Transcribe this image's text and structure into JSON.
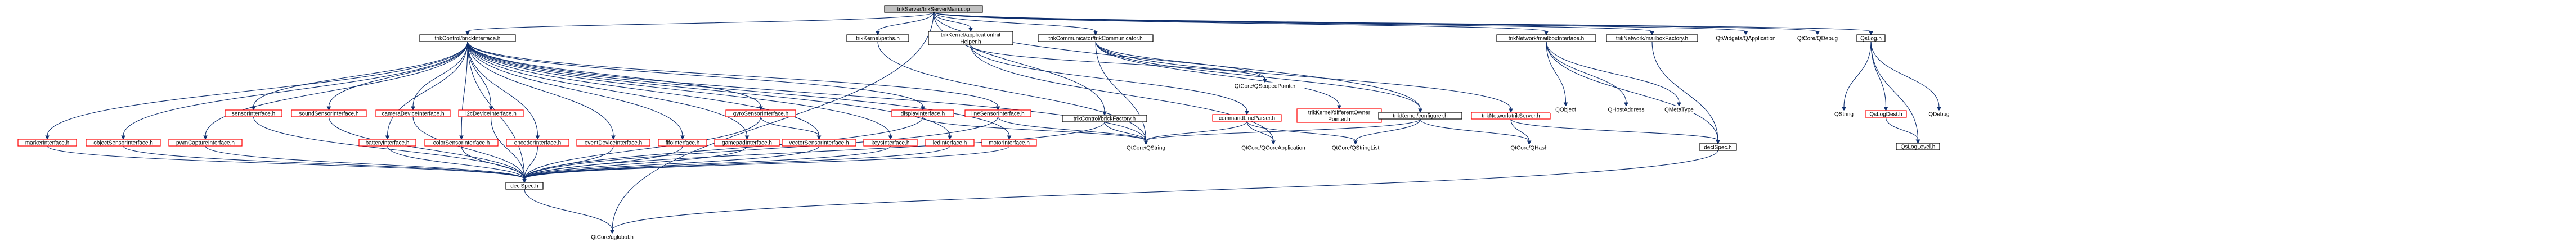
{
  "diagram": {
    "colors": {
      "edge": "#0f2f6e",
      "normal_border": "#000000",
      "missing_border": "#ff0000",
      "root_fill": "#c0c0c0",
      "text": "#000000"
    },
    "nodes": [
      {
        "id": "root",
        "label": "trikServer/trikServerMain.cpp",
        "kind": "root"
      },
      {
        "id": "brick",
        "label": "trikControl/brickInterface.h",
        "kind": "normal"
      },
      {
        "id": "kpaths",
        "label": "trikKernel/paths.h",
        "kind": "normal"
      },
      {
        "id": "kappinit",
        "label": [
          "trikKernel/applicationInit",
          "Helper.h"
        ],
        "kind": "normal"
      },
      {
        "id": "comm",
        "label": "trikCommunicator/trikCommunicator.h",
        "kind": "normal"
      },
      {
        "id": "mailbox",
        "label": "trikNetwork/mailboxInterface.h",
        "kind": "normal"
      },
      {
        "id": "mailboxfac",
        "label": "trikNetwork/mailboxFactory.h",
        "kind": "normal"
      },
      {
        "id": "qwidgets",
        "label": "QtWidgets/QApplication",
        "kind": "plain"
      },
      {
        "id": "qdebug1",
        "label": "QtCore/QDebug",
        "kind": "plain"
      },
      {
        "id": "qslog",
        "label": "QsLog.h",
        "kind": "normal"
      },
      {
        "id": "marker",
        "label": "markerInterface.h",
        "kind": "missing"
      },
      {
        "id": "objsensor",
        "label": "objectSensorInterface.h",
        "kind": "missing"
      },
      {
        "id": "pwm",
        "label": "pwmCaptureInterface.h",
        "kind": "missing"
      },
      {
        "id": "sensor",
        "label": "sensorInterface.h",
        "kind": "missing"
      },
      {
        "id": "soundsensor",
        "label": "soundSensorInterface.h",
        "kind": "missing"
      },
      {
        "id": "camera",
        "label": "cameraDeviceInterface.h",
        "kind": "missing"
      },
      {
        "id": "i2c",
        "label": "i2cDeviceInterface.h",
        "kind": "missing"
      },
      {
        "id": "battery",
        "label": "batteryInterface.h",
        "kind": "missing"
      },
      {
        "id": "color",
        "label": "colorSensorInterface.h",
        "kind": "missing"
      },
      {
        "id": "encoder",
        "label": "encoderInterface.h",
        "kind": "missing"
      },
      {
        "id": "event",
        "label": "eventDeviceInterface.h",
        "kind": "missing"
      },
      {
        "id": "fifo",
        "label": "fifoInterface.h",
        "kind": "missing"
      },
      {
        "id": "gamepad",
        "label": "gamepadInterface.h",
        "kind": "missing"
      },
      {
        "id": "gyro",
        "label": "gyroSensorInterface.h",
        "kind": "missing"
      },
      {
        "id": "vector",
        "label": "vectorSensorInterface.h",
        "kind": "missing"
      },
      {
        "id": "keys",
        "label": "keysInterface.h",
        "kind": "missing"
      },
      {
        "id": "display",
        "label": "displayInterface.h",
        "kind": "missing"
      },
      {
        "id": "led",
        "label": "ledInterface.h",
        "kind": "missing"
      },
      {
        "id": "lineSensor",
        "label": "lineSensorInterface.h",
        "kind": "missing"
      },
      {
        "id": "motor",
        "label": "motorInterface.h",
        "kind": "missing"
      },
      {
        "id": "brickfac",
        "label": "trikControl/brickFactory.h",
        "kind": "normal"
      },
      {
        "id": "cmdline",
        "label": "commandLineParser.h",
        "kind": "missing"
      },
      {
        "id": "parentowner",
        "label": [
          "trikKernel/differentOwner",
          "Pointer.h"
        ],
        "kind": "missing"
      },
      {
        "id": "configurer",
        "label": "trikKernel/configurer.h",
        "kind": "normal"
      },
      {
        "id": "trikserver",
        "label": "trikNetwork/trikServer.h",
        "kind": "missing"
      },
      {
        "id": "qobject",
        "label": "QObject",
        "kind": "plain"
      },
      {
        "id": "qhostaddr",
        "label": "QHostAddress",
        "kind": "plain"
      },
      {
        "id": "qmetatype",
        "label": "QMetaType",
        "kind": "plain"
      },
      {
        "id": "qstring1",
        "label": "QString",
        "kind": "plain"
      },
      {
        "id": "qslogdest",
        "label": "QsLogDest.h",
        "kind": "missing"
      },
      {
        "id": "qdebug2",
        "label": "QDebug",
        "kind": "plain"
      },
      {
        "id": "qscoped",
        "label": "QtCore/QScopedPointer",
        "kind": "plain"
      },
      {
        "id": "qcoreapp",
        "label": "QtCore/QCoreApplication",
        "kind": "plain"
      },
      {
        "id": "qstringlist",
        "label": "QtCore/QStringList",
        "kind": "plain"
      },
      {
        "id": "qstring2",
        "label": "QtCore/QString",
        "kind": "plain"
      },
      {
        "id": "qhash",
        "label": "QtCore/QHash",
        "kind": "plain"
      },
      {
        "id": "declspec1",
        "label": "declSpec.h",
        "kind": "normal"
      },
      {
        "id": "declspec2",
        "label": "declSpec.h",
        "kind": "normal"
      },
      {
        "id": "qsloglevel",
        "label": "QsLogLevel.h",
        "kind": "normal"
      },
      {
        "id": "qtglobal",
        "label": "QtCore/qglobal.h",
        "kind": "plain"
      }
    ],
    "edges": [
      [
        "root",
        "brick"
      ],
      [
        "root",
        "kpaths"
      ],
      [
        "root",
        "kappinit"
      ],
      [
        "root",
        "comm"
      ],
      [
        "root",
        "mailbox"
      ],
      [
        "root",
        "mailboxfac"
      ],
      [
        "root",
        "qwidgets"
      ],
      [
        "root",
        "qdebug1"
      ],
      [
        "root",
        "qslog"
      ],
      [
        "root",
        "brickfac"
      ],
      [
        "root",
        "configurer"
      ],
      [
        "root",
        "qtglobal"
      ],
      [
        "brick",
        "marker"
      ],
      [
        "brick",
        "objsensor"
      ],
      [
        "brick",
        "pwm"
      ],
      [
        "brick",
        "sensor"
      ],
      [
        "brick",
        "soundsensor"
      ],
      [
        "brick",
        "camera"
      ],
      [
        "brick",
        "i2c"
      ],
      [
        "brick",
        "battery"
      ],
      [
        "brick",
        "color"
      ],
      [
        "brick",
        "encoder"
      ],
      [
        "brick",
        "event"
      ],
      [
        "brick",
        "fifo"
      ],
      [
        "brick",
        "gamepad"
      ],
      [
        "brick",
        "gyro"
      ],
      [
        "brick",
        "vector"
      ],
      [
        "brick",
        "keys"
      ],
      [
        "brick",
        "display"
      ],
      [
        "brick",
        "led"
      ],
      [
        "brick",
        "lineSensor"
      ],
      [
        "brick",
        "motor"
      ],
      [
        "brick",
        "declspec1"
      ],
      [
        "brick",
        "qstring2"
      ],
      [
        "marker",
        "declspec1"
      ],
      [
        "objsensor",
        "declspec1"
      ],
      [
        "pwm",
        "declspec1"
      ],
      [
        "sensor",
        "declspec1"
      ],
      [
        "soundsensor",
        "declspec1"
      ],
      [
        "camera",
        "declspec1"
      ],
      [
        "i2c",
        "declspec1"
      ],
      [
        "battery",
        "declspec1"
      ],
      [
        "color",
        "declspec1"
      ],
      [
        "encoder",
        "declspec1"
      ],
      [
        "event",
        "declspec1"
      ],
      [
        "fifo",
        "declspec1"
      ],
      [
        "gamepad",
        "declspec1"
      ],
      [
        "gyro",
        "declspec1"
      ],
      [
        "gyro",
        "vector"
      ],
      [
        "vector",
        "declspec1"
      ],
      [
        "keys",
        "declspec1"
      ],
      [
        "display",
        "declspec1"
      ],
      [
        "display",
        "qstring2"
      ],
      [
        "led",
        "declspec1"
      ],
      [
        "lineSensor",
        "declspec1"
      ],
      [
        "lineSensor",
        "qstring2"
      ],
      [
        "motor",
        "declspec1"
      ],
      [
        "declspec1",
        "qtglobal"
      ],
      [
        "brickfac",
        "declspec1"
      ],
      [
        "brickfac",
        "qstring2"
      ],
      [
        "kpaths",
        "qstring2"
      ],
      [
        "kappinit",
        "qscoped"
      ],
      [
        "kappinit",
        "cmdline"
      ],
      [
        "kappinit",
        "qcoreapp"
      ],
      [
        "cmdline",
        "qstringlist"
      ],
      [
        "cmdline",
        "qcoreapp"
      ],
      [
        "cmdline",
        "qstring2"
      ],
      [
        "comm",
        "qscoped"
      ],
      [
        "comm",
        "parentowner"
      ],
      [
        "comm",
        "configurer"
      ],
      [
        "comm",
        "trikserver"
      ],
      [
        "comm",
        "qstring2"
      ],
      [
        "configurer",
        "qstring2"
      ],
      [
        "configurer",
        "qhash"
      ],
      [
        "configurer",
        "qstringlist"
      ],
      [
        "trikserver",
        "qhash"
      ],
      [
        "trikserver",
        "declspec2"
      ],
      [
        "mailbox",
        "qobject"
      ],
      [
        "mailbox",
        "qhostaddr"
      ],
      [
        "mailbox",
        "qmetatype"
      ],
      [
        "mailbox",
        "declspec2"
      ],
      [
        "mailboxfac",
        "declspec2"
      ],
      [
        "declspec2",
        "qtglobal"
      ],
      [
        "qslog",
        "qstring1"
      ],
      [
        "qslog",
        "qslogdest"
      ],
      [
        "qslog",
        "qdebug2"
      ],
      [
        "qslog",
        "qsloglevel"
      ],
      [
        "qslogdest",
        "qsloglevel"
      ]
    ]
  }
}
